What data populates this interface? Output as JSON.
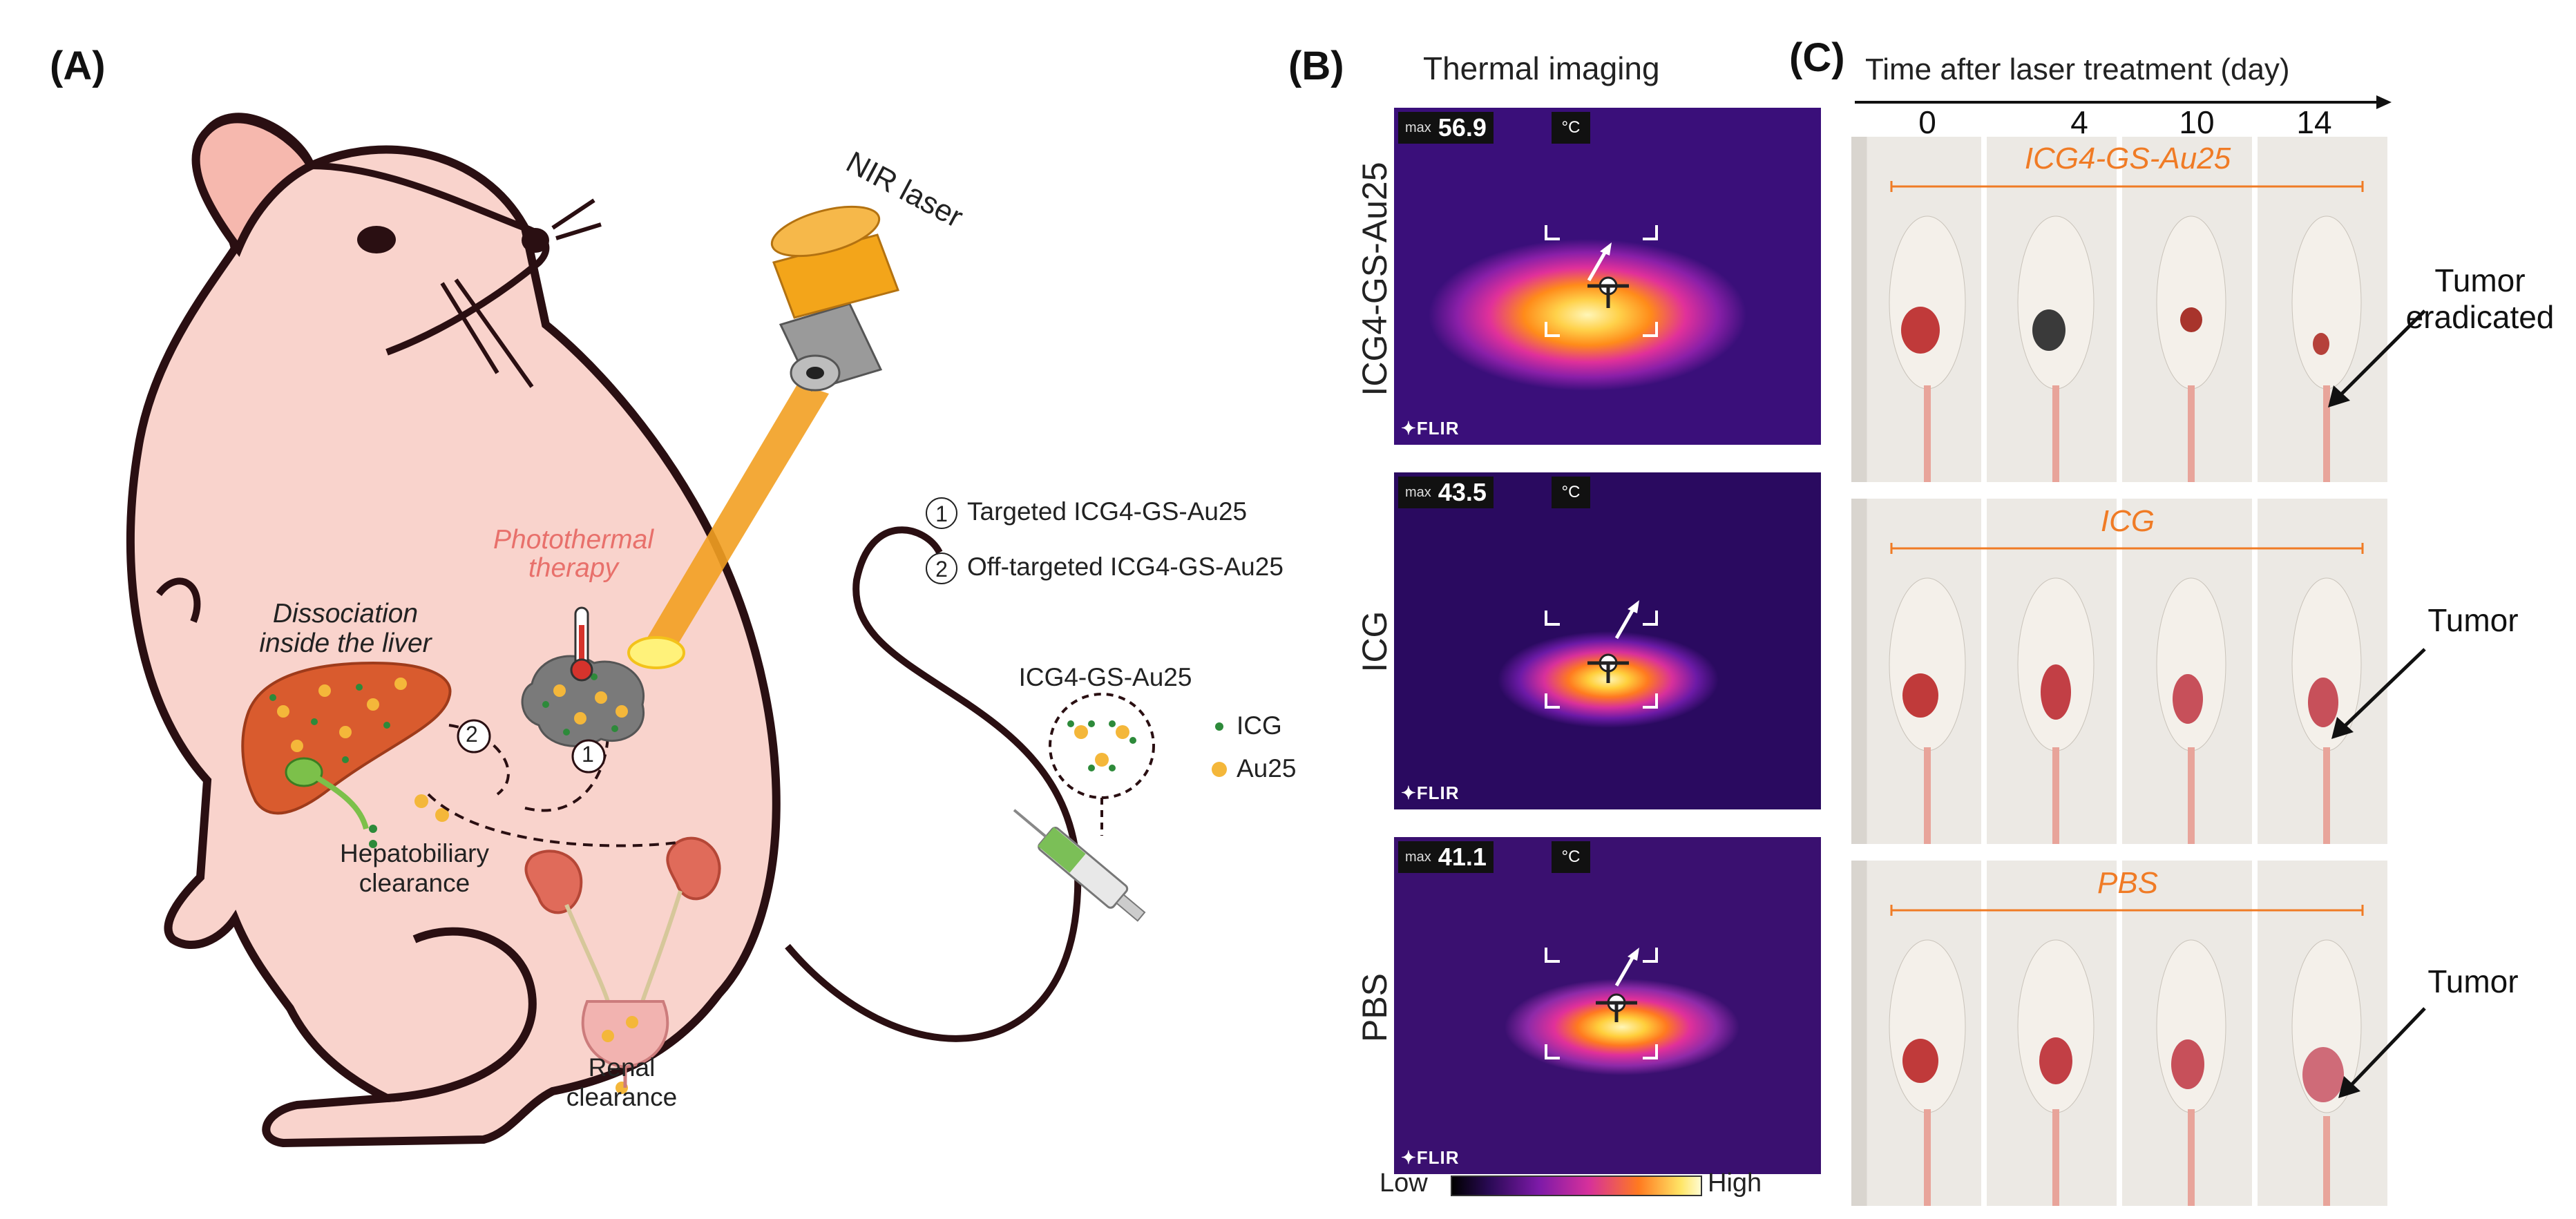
{
  "panels": {
    "a": "(A)",
    "b": "(B)",
    "c": "(C)"
  },
  "panel_a": {
    "laser_label": "NIR laser",
    "photothermal_label": "Photothermal\ntherapy",
    "dissociation_label": "Dissociation\ninside the liver",
    "hepatobiliary_label": "Hepatobiliary\nclearance",
    "renal_label": "Renal\nclearance",
    "legend": {
      "targeted_num": "1",
      "targeted_label": "Targeted ICG4-GS-Au25",
      "offtargeted_num": "2",
      "offtargeted_label": "Off-targeted ICG4-GS-Au25"
    },
    "injection_label": "ICG4-GS-Au25",
    "icg_label": "ICG",
    "au25_label": "Au25",
    "path_1": "1",
    "path_2": "2",
    "colors": {
      "mouse": "#f9d3cc",
      "outline": "#2a0f12",
      "laser_cap": "#f3a51a",
      "icg": "#2d8a3a",
      "au25": "#f4b73a",
      "liver": "#d95b2e"
    }
  },
  "panel_b": {
    "title": "Thermal imaging",
    "rows": [
      {
        "label": "ICG4-GS-Au25",
        "max_label": "max",
        "max_value": "56.9",
        "unit": "°C",
        "brand": "FLIR"
      },
      {
        "label": "ICG",
        "max_label": "max",
        "max_value": "43.5",
        "unit": "°C",
        "brand": "FLIR"
      },
      {
        "label": "PBS",
        "max_label": "max",
        "max_value": "41.1",
        "unit": "°C",
        "brand": "FLIR"
      }
    ],
    "scale_low": "Low",
    "scale_high": "High"
  },
  "panel_c": {
    "axis_title": "Time after laser treatment (day)",
    "days": [
      "0",
      "4",
      "10",
      "14"
    ],
    "groups": [
      {
        "label": "ICG4-GS-Au25",
        "outcome": "Tumor\neradicated"
      },
      {
        "label": "ICG",
        "outcome": "Tumor"
      },
      {
        "label": "PBS",
        "outcome": "Tumor"
      }
    ]
  }
}
